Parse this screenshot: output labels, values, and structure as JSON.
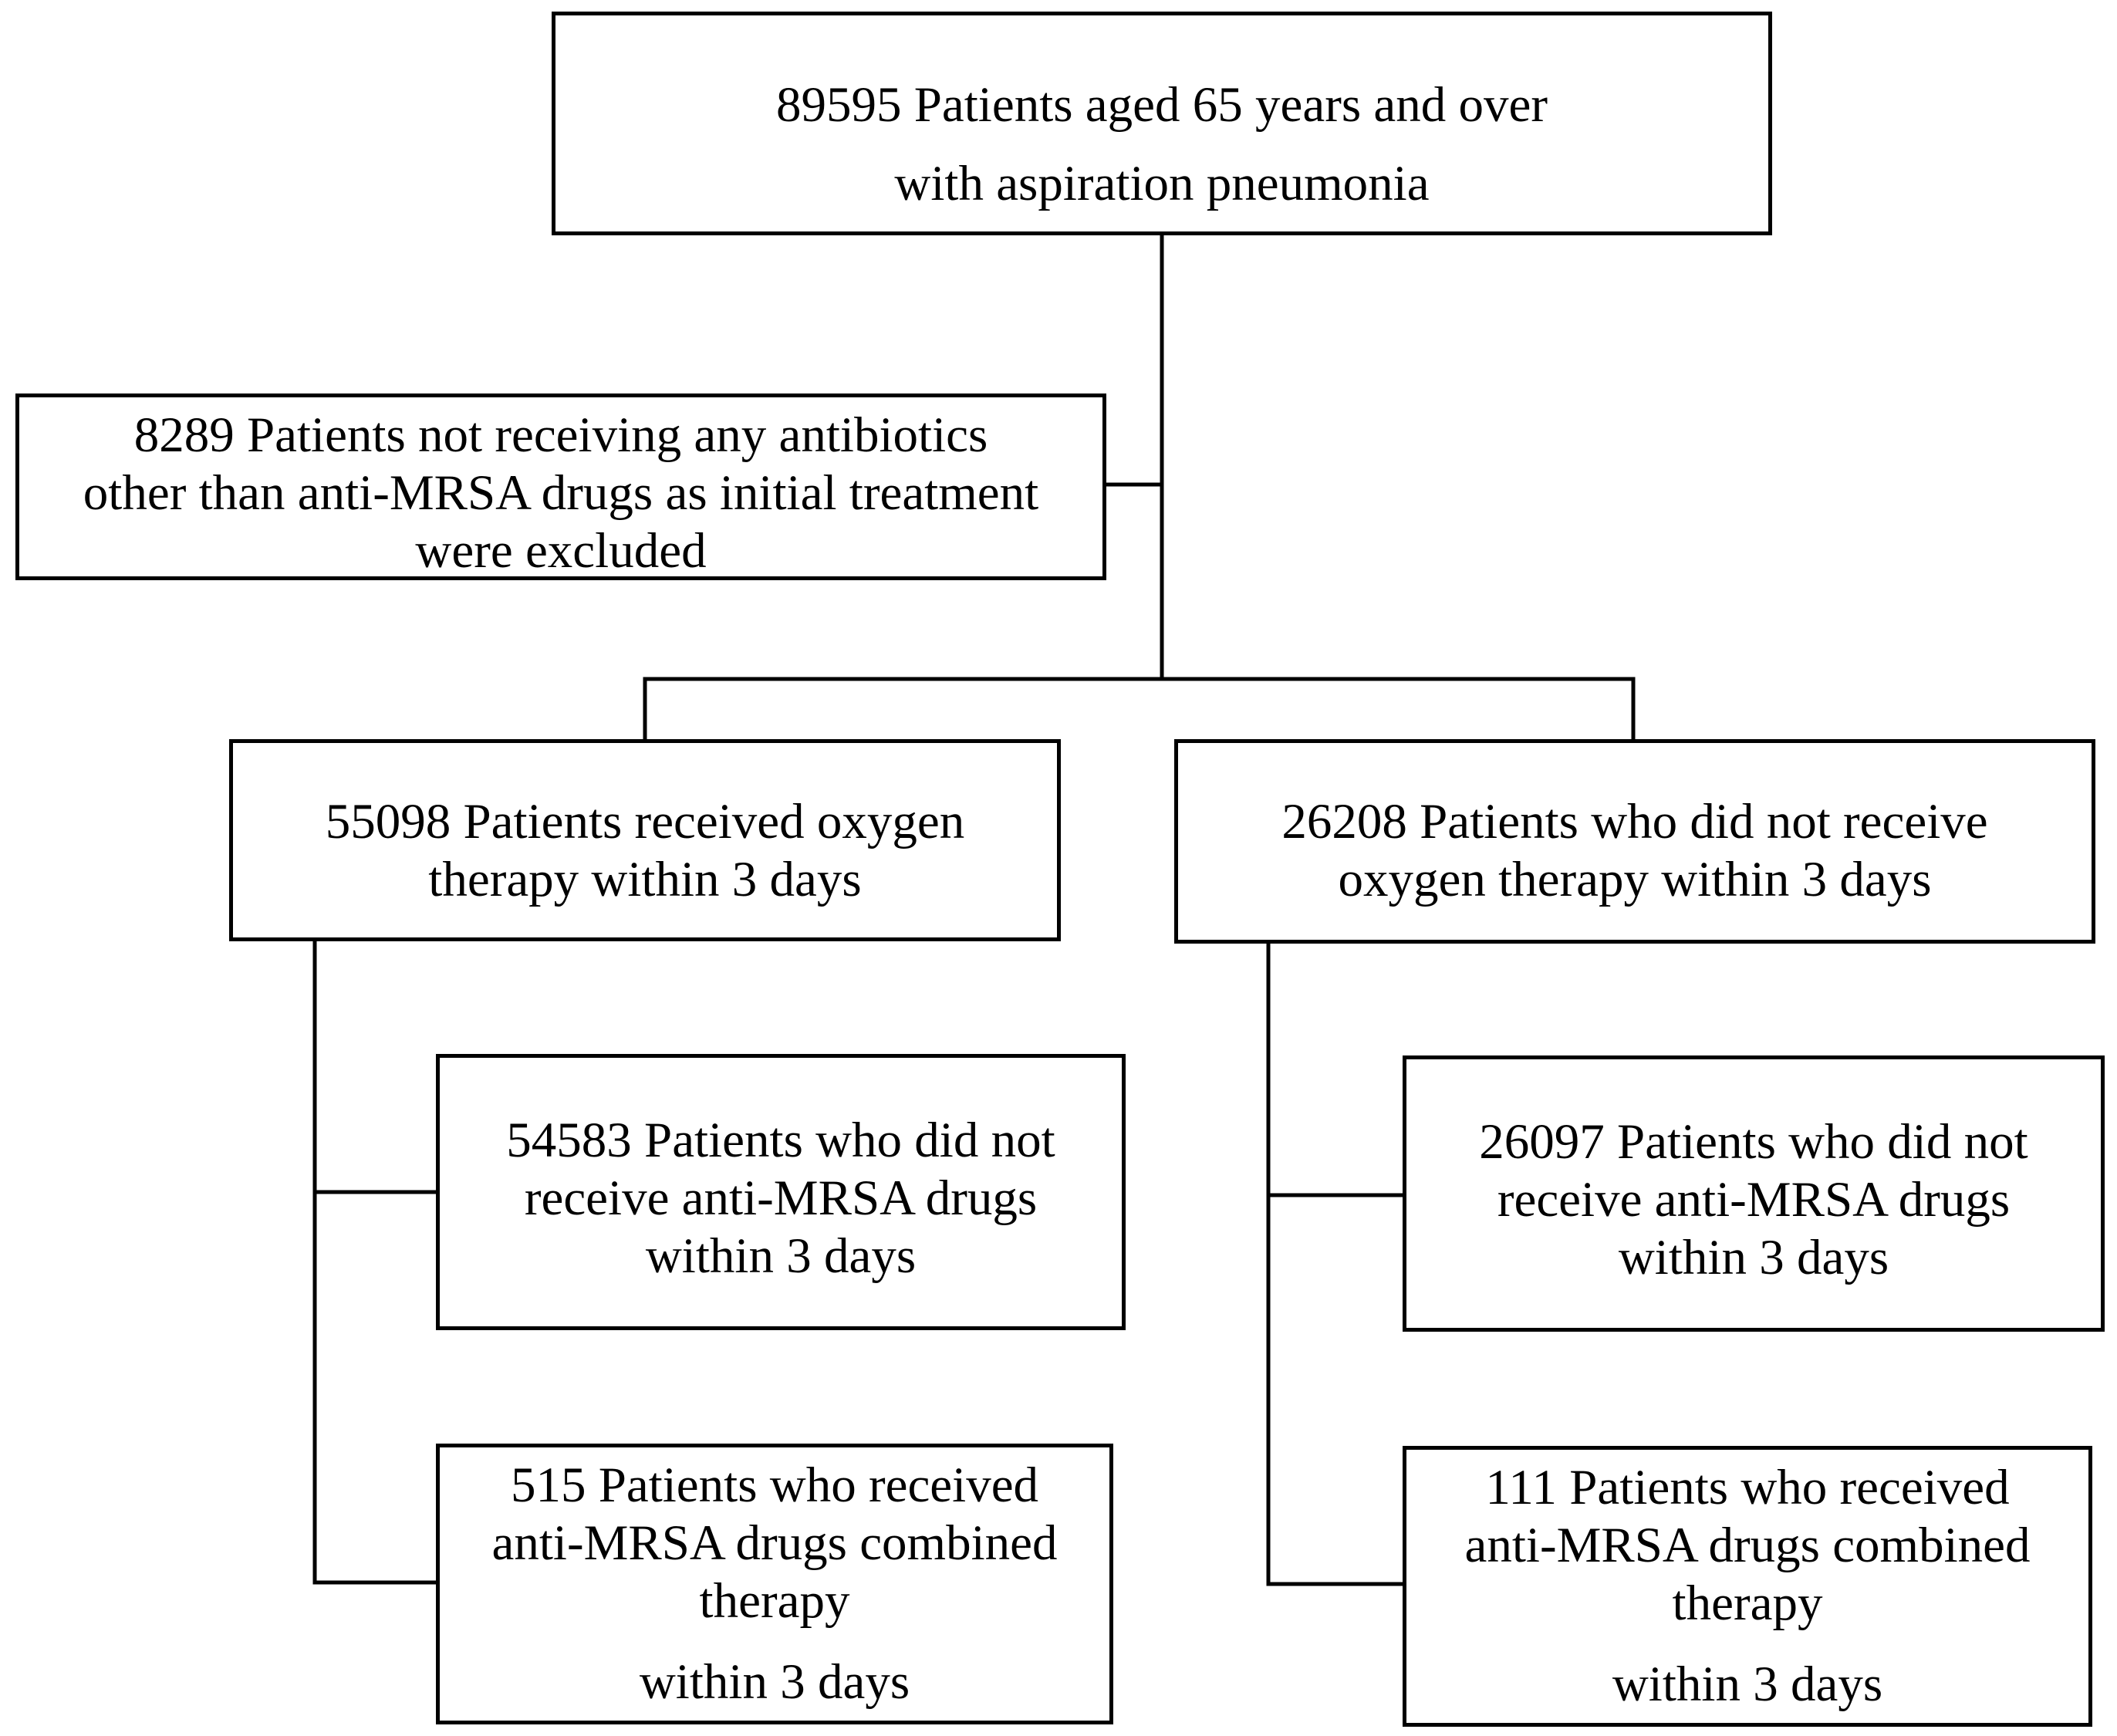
{
  "flowchart": {
    "root": {
      "lines": [
        "89595 Patients aged 65 years and over",
        "with aspiration pneumonia"
      ]
    },
    "excluded": {
      "lines": [
        "8289 Patients not receiving any antibiotics",
        "other than anti-MRSA drugs as initial treatment",
        "were excluded"
      ]
    },
    "oxygen": {
      "lines": [
        "55098 Patients received oxygen",
        "therapy within 3 days"
      ],
      "no_mrsa": {
        "lines": [
          "54583 Patients who did not",
          "receive anti-MRSA drugs",
          "within 3 days"
        ]
      },
      "mrsa": {
        "lines": [
          "515 Patients who received",
          "anti-MRSA drugs combined",
          "therapy",
          "within 3 days"
        ]
      }
    },
    "no_oxygen": {
      "lines": [
        "26208 Patients who did not receive",
        "oxygen therapy within 3 days"
      ],
      "no_mrsa": {
        "lines": [
          "26097 Patients who did not",
          "receive anti-MRSA drugs",
          "within 3 days"
        ]
      },
      "mrsa": {
        "lines": [
          "111 Patients who received",
          "anti-MRSA drugs combined",
          "therapy",
          "within 3 days"
        ]
      }
    }
  }
}
